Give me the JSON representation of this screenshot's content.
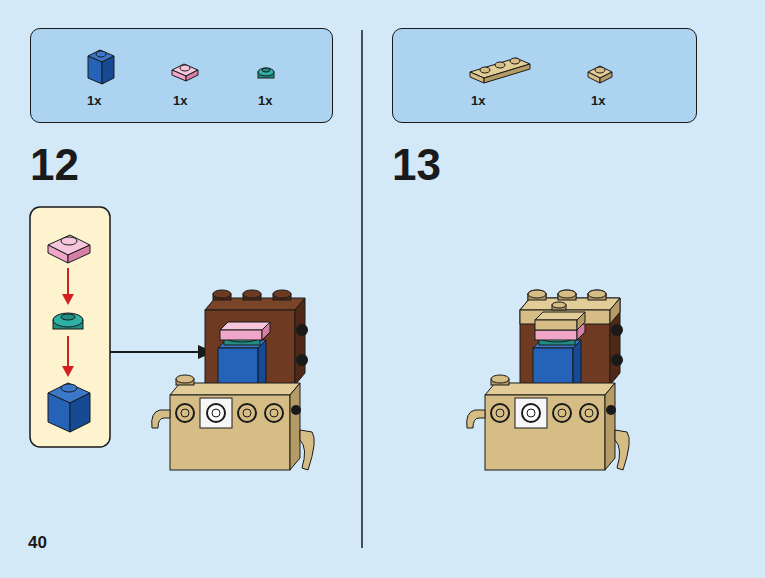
{
  "diagram": {
    "nodes": [
      {
        "text": [
          "1x",
          "1x",
          "1x"
        ]
      },
      {
        "text": [
          "1x",
          "1x"
        ]
      }
    ],
    "labels": [
      "12",
      "13",
      "40"
    ]
  }
}
